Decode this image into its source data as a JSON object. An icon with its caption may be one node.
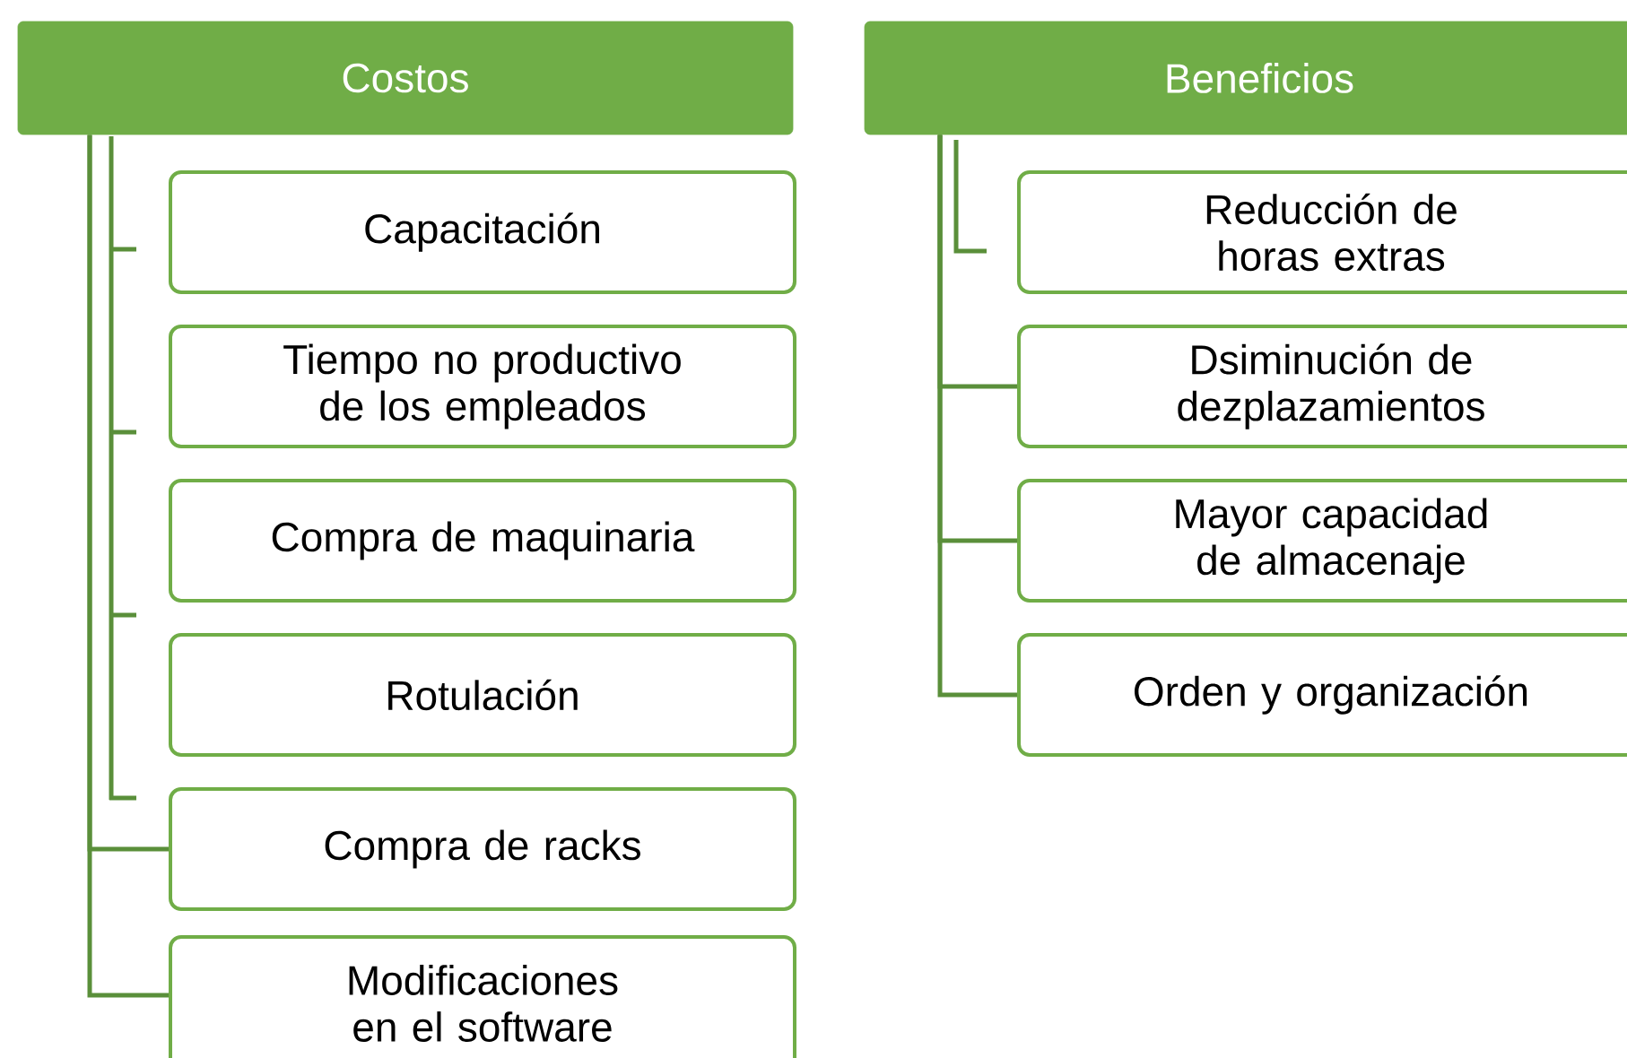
{
  "diagram": {
    "nodes": [
      {
        "text": [
          "Costos"
        ]
      },
      {
        "text": [
          "Capacitación"
        ]
      },
      {
        "text": [
          "Tiempo no productivo de los empleados"
        ]
      },
      {
        "text": [
          "Compra de maquinaria"
        ]
      },
      {
        "text": [
          "Rotulación"
        ]
      },
      {
        "text": [
          "Compra de racks"
        ]
      },
      {
        "text": [
          "Modificaciones en el software"
        ]
      },
      {
        "text": [
          "Beneficios"
        ]
      },
      {
        "text": [
          "Reducción de horas extras"
        ]
      },
      {
        "text": [
          "Dsiminución de dezplazamientos"
        ]
      },
      {
        "text": [
          "Mayor capacidad de almacenaje"
        ]
      },
      {
        "text": [
          "Orden y organización"
        ]
      }
    ],
    "edges": [
      {
        "from": 0,
        "to": 5,
        "arrow": "none"
      },
      {
        "from": 0,
        "to": 6,
        "arrow": "none"
      },
      {
        "from": 7,
        "to": 9,
        "arrow": "none"
      },
      {
        "from": 7,
        "to": 10,
        "arrow": "none"
      },
      {
        "from": 7,
        "to": 11,
        "arrow": "none"
      }
    ]
  }
}
